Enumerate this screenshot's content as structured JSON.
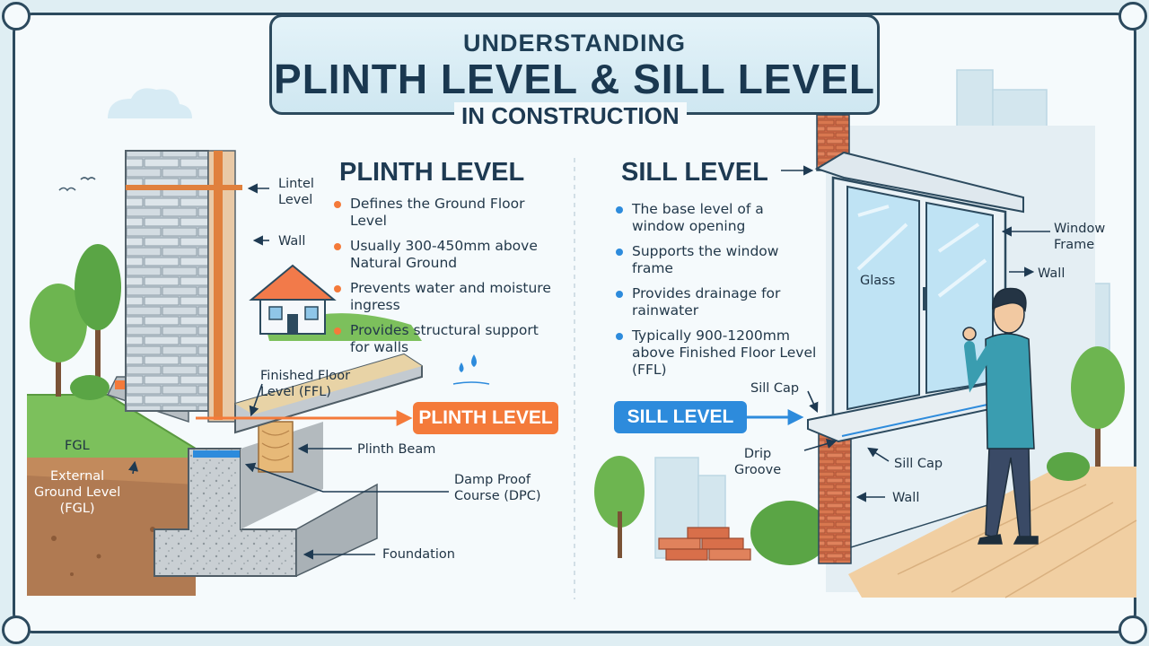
{
  "title": {
    "line1": "UNDERSTANDING",
    "line2": "PLINTH LEVEL & SILL LEVEL",
    "line3": "IN CONSTRUCTION"
  },
  "plinth": {
    "heading": "PLINTH LEVEL",
    "bullets": [
      "Defines the Ground Floor Level",
      "Usually 300-450mm above Natural Ground",
      "Prevents water and moisture ingress",
      "Provides structural support for walls"
    ],
    "labels": {
      "lintel": "Lintel\nLevel",
      "wall": "Wall",
      "ffl": "Finished Floor\nLevel (FFL)",
      "badge": "PLINTH LEVEL",
      "fgl": "FGL",
      "external": "External\nGround Level\n(FGL)",
      "plinth_beam": "Plinth Beam",
      "dpc": "Damp Proof\nCourse (DPC)",
      "foundation": "Foundation"
    }
  },
  "sill": {
    "heading": "SILL LEVEL",
    "bullets": [
      "The base level of a window opening",
      "Supports the window frame",
      "Provides drainage for rainwater",
      "Typically 900-1200mm above Finished Floor Level (FFL)"
    ],
    "labels": {
      "window_frame": "Window\nFrame",
      "wall_upper": "Wall",
      "glass": "Glass",
      "sill_cap_top": "Sill Cap",
      "badge": "SILL LEVEL",
      "drip": "Drip\nGroove",
      "sill_cap_right": "Sill Cap",
      "wall_lower": "Wall"
    }
  },
  "colors": {
    "orange": "#f47a3a",
    "blue": "#2d8bdc",
    "navy": "#1e3a52"
  }
}
